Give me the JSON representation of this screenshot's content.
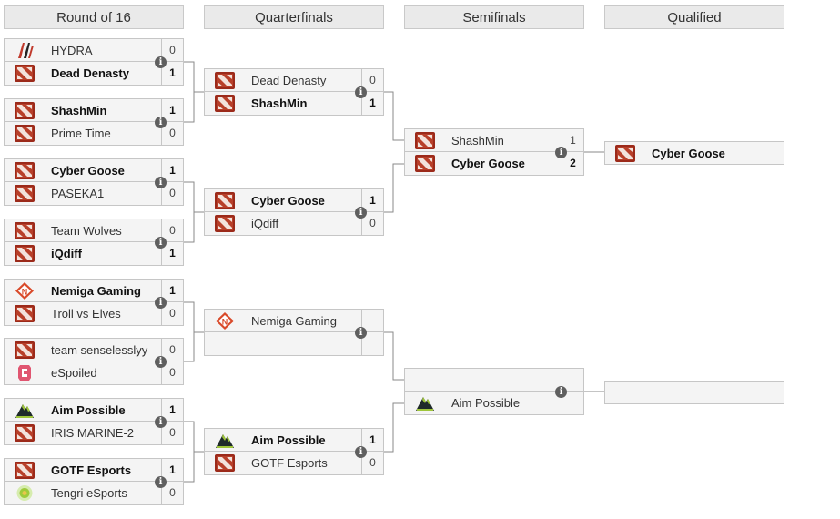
{
  "headers": [
    "Round of 16",
    "Quarterfinals",
    "Semifinals",
    "Qualified"
  ],
  "round16": [
    {
      "top": {
        "name": "HYDRA",
        "score": "0",
        "logo": "hydra-logo",
        "win": false
      },
      "bottom": {
        "name": "Dead Denasty",
        "score": "1",
        "logo": "dota2-logo",
        "win": true
      }
    },
    {
      "top": {
        "name": "ShashMin",
        "score": "1",
        "logo": "dota2-logo",
        "win": true
      },
      "bottom": {
        "name": "Prime Time",
        "score": "0",
        "logo": "dota2-logo",
        "win": false
      }
    },
    {
      "top": {
        "name": "Cyber Goose",
        "score": "1",
        "logo": "dota2-logo",
        "win": true
      },
      "bottom": {
        "name": "PASEKA1",
        "score": "0",
        "logo": "dota2-logo",
        "win": false
      }
    },
    {
      "top": {
        "name": "Team Wolves",
        "score": "0",
        "logo": "dota2-logo",
        "win": false
      },
      "bottom": {
        "name": "iQdiff",
        "score": "1",
        "logo": "dota2-logo",
        "win": true
      }
    },
    {
      "top": {
        "name": "Nemiga Gaming",
        "score": "1",
        "logo": "nemiga-logo",
        "win": true
      },
      "bottom": {
        "name": "Troll vs Elves",
        "score": "0",
        "logo": "dota2-logo",
        "win": false
      }
    },
    {
      "top": {
        "name": "team senselesslyy",
        "score": "0",
        "logo": "dota2-logo",
        "win": false
      },
      "bottom": {
        "name": "eSpoiled",
        "score": "0",
        "logo": "espoiled-logo",
        "win": false
      }
    },
    {
      "top": {
        "name": "Aim Possible",
        "score": "1",
        "logo": "aim-possible-logo",
        "win": true
      },
      "bottom": {
        "name": "IRIS MARINE-2",
        "score": "0",
        "logo": "dota2-logo",
        "win": false
      }
    },
    {
      "top": {
        "name": "GOTF Esports",
        "score": "1",
        "logo": "dota2-logo",
        "win": true
      },
      "bottom": {
        "name": "Tengri eSports",
        "score": "0",
        "logo": "tengri-logo",
        "win": false
      }
    }
  ],
  "quarterfinals": [
    {
      "top": {
        "name": "Dead Denasty",
        "score": "0",
        "logo": "dota2-logo",
        "win": false
      },
      "bottom": {
        "name": "ShashMin",
        "score": "1",
        "logo": "dota2-logo",
        "win": true
      }
    },
    {
      "top": {
        "name": "Cyber Goose",
        "score": "1",
        "logo": "dota2-logo",
        "win": true
      },
      "bottom": {
        "name": "iQdiff",
        "score": "0",
        "logo": "dota2-logo",
        "win": false
      }
    },
    {
      "top": {
        "name": "Nemiga Gaming",
        "score": "",
        "logo": "nemiga-logo",
        "win": false
      },
      "bottom": {
        "name": "",
        "score": "",
        "logo": "",
        "win": false
      }
    },
    {
      "top": {
        "name": "Aim Possible",
        "score": "1",
        "logo": "aim-possible-logo",
        "win": true
      },
      "bottom": {
        "name": "GOTF Esports",
        "score": "0",
        "logo": "dota2-logo",
        "win": false
      }
    }
  ],
  "semifinals": [
    {
      "top": {
        "name": "ShashMin",
        "score": "1",
        "logo": "dota2-logo",
        "win": false
      },
      "bottom": {
        "name": "Cyber Goose",
        "score": "2",
        "logo": "dota2-logo",
        "win": true
      }
    },
    {
      "top": {
        "name": "",
        "score": "",
        "logo": "",
        "win": false
      },
      "bottom": {
        "name": "Aim Possible",
        "score": "",
        "logo": "aim-possible-logo",
        "win": false
      }
    }
  ],
  "qualified": [
    {
      "name": "Cyber Goose",
      "logo": "dota2-logo"
    },
    {
      "name": "",
      "logo": ""
    }
  ],
  "info_icon": "info-icon",
  "colors": {
    "dota_red": "#9b2a1a",
    "line": "#8a8a8a",
    "header_bg": "#eaeaea",
    "cell_bg": "#f4f4f4"
  }
}
